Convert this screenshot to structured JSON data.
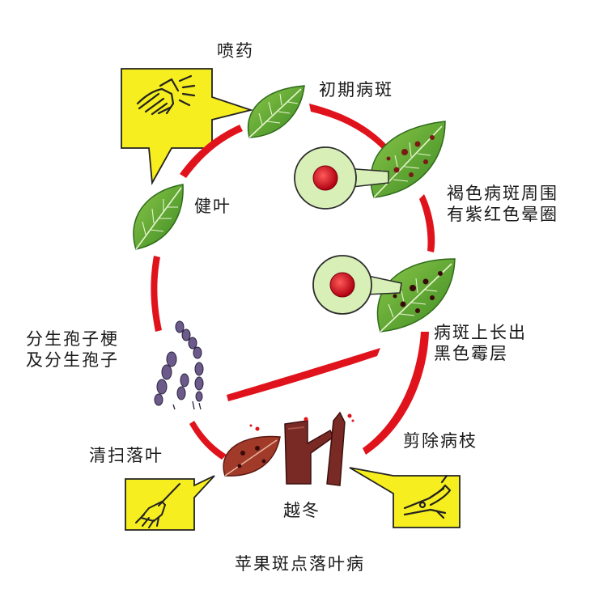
{
  "title": "苹果斑点落叶病",
  "labels": {
    "spray": "喷药",
    "early_lesion": "初期病斑",
    "brown_lesion_line1": "褐色病斑周围",
    "brown_lesion_line2": "有紫红色晕圈",
    "healthy_leaf": "健叶",
    "black_mold_line1": "病斑上长出",
    "black_mold_line2": "黑色霉层",
    "conidiophore_line1": "分生孢子梗",
    "conidiophore_line2": "及分生孢子",
    "prune": "剪除病枝",
    "sweep": "清扫落叶",
    "overwinter": "越冬"
  },
  "colors": {
    "arrow": "#e0131c",
    "leaf": "#5aa02c",
    "leaf_vein": "#e8f5d0",
    "callout": "#f6ee1e",
    "lesion": "#c0101a",
    "lens_fill": "#d8f0b8",
    "branch": "#7a2a25"
  },
  "icons": [
    "hand-spray-icon",
    "broom-icon",
    "pruning-shears-icon"
  ]
}
